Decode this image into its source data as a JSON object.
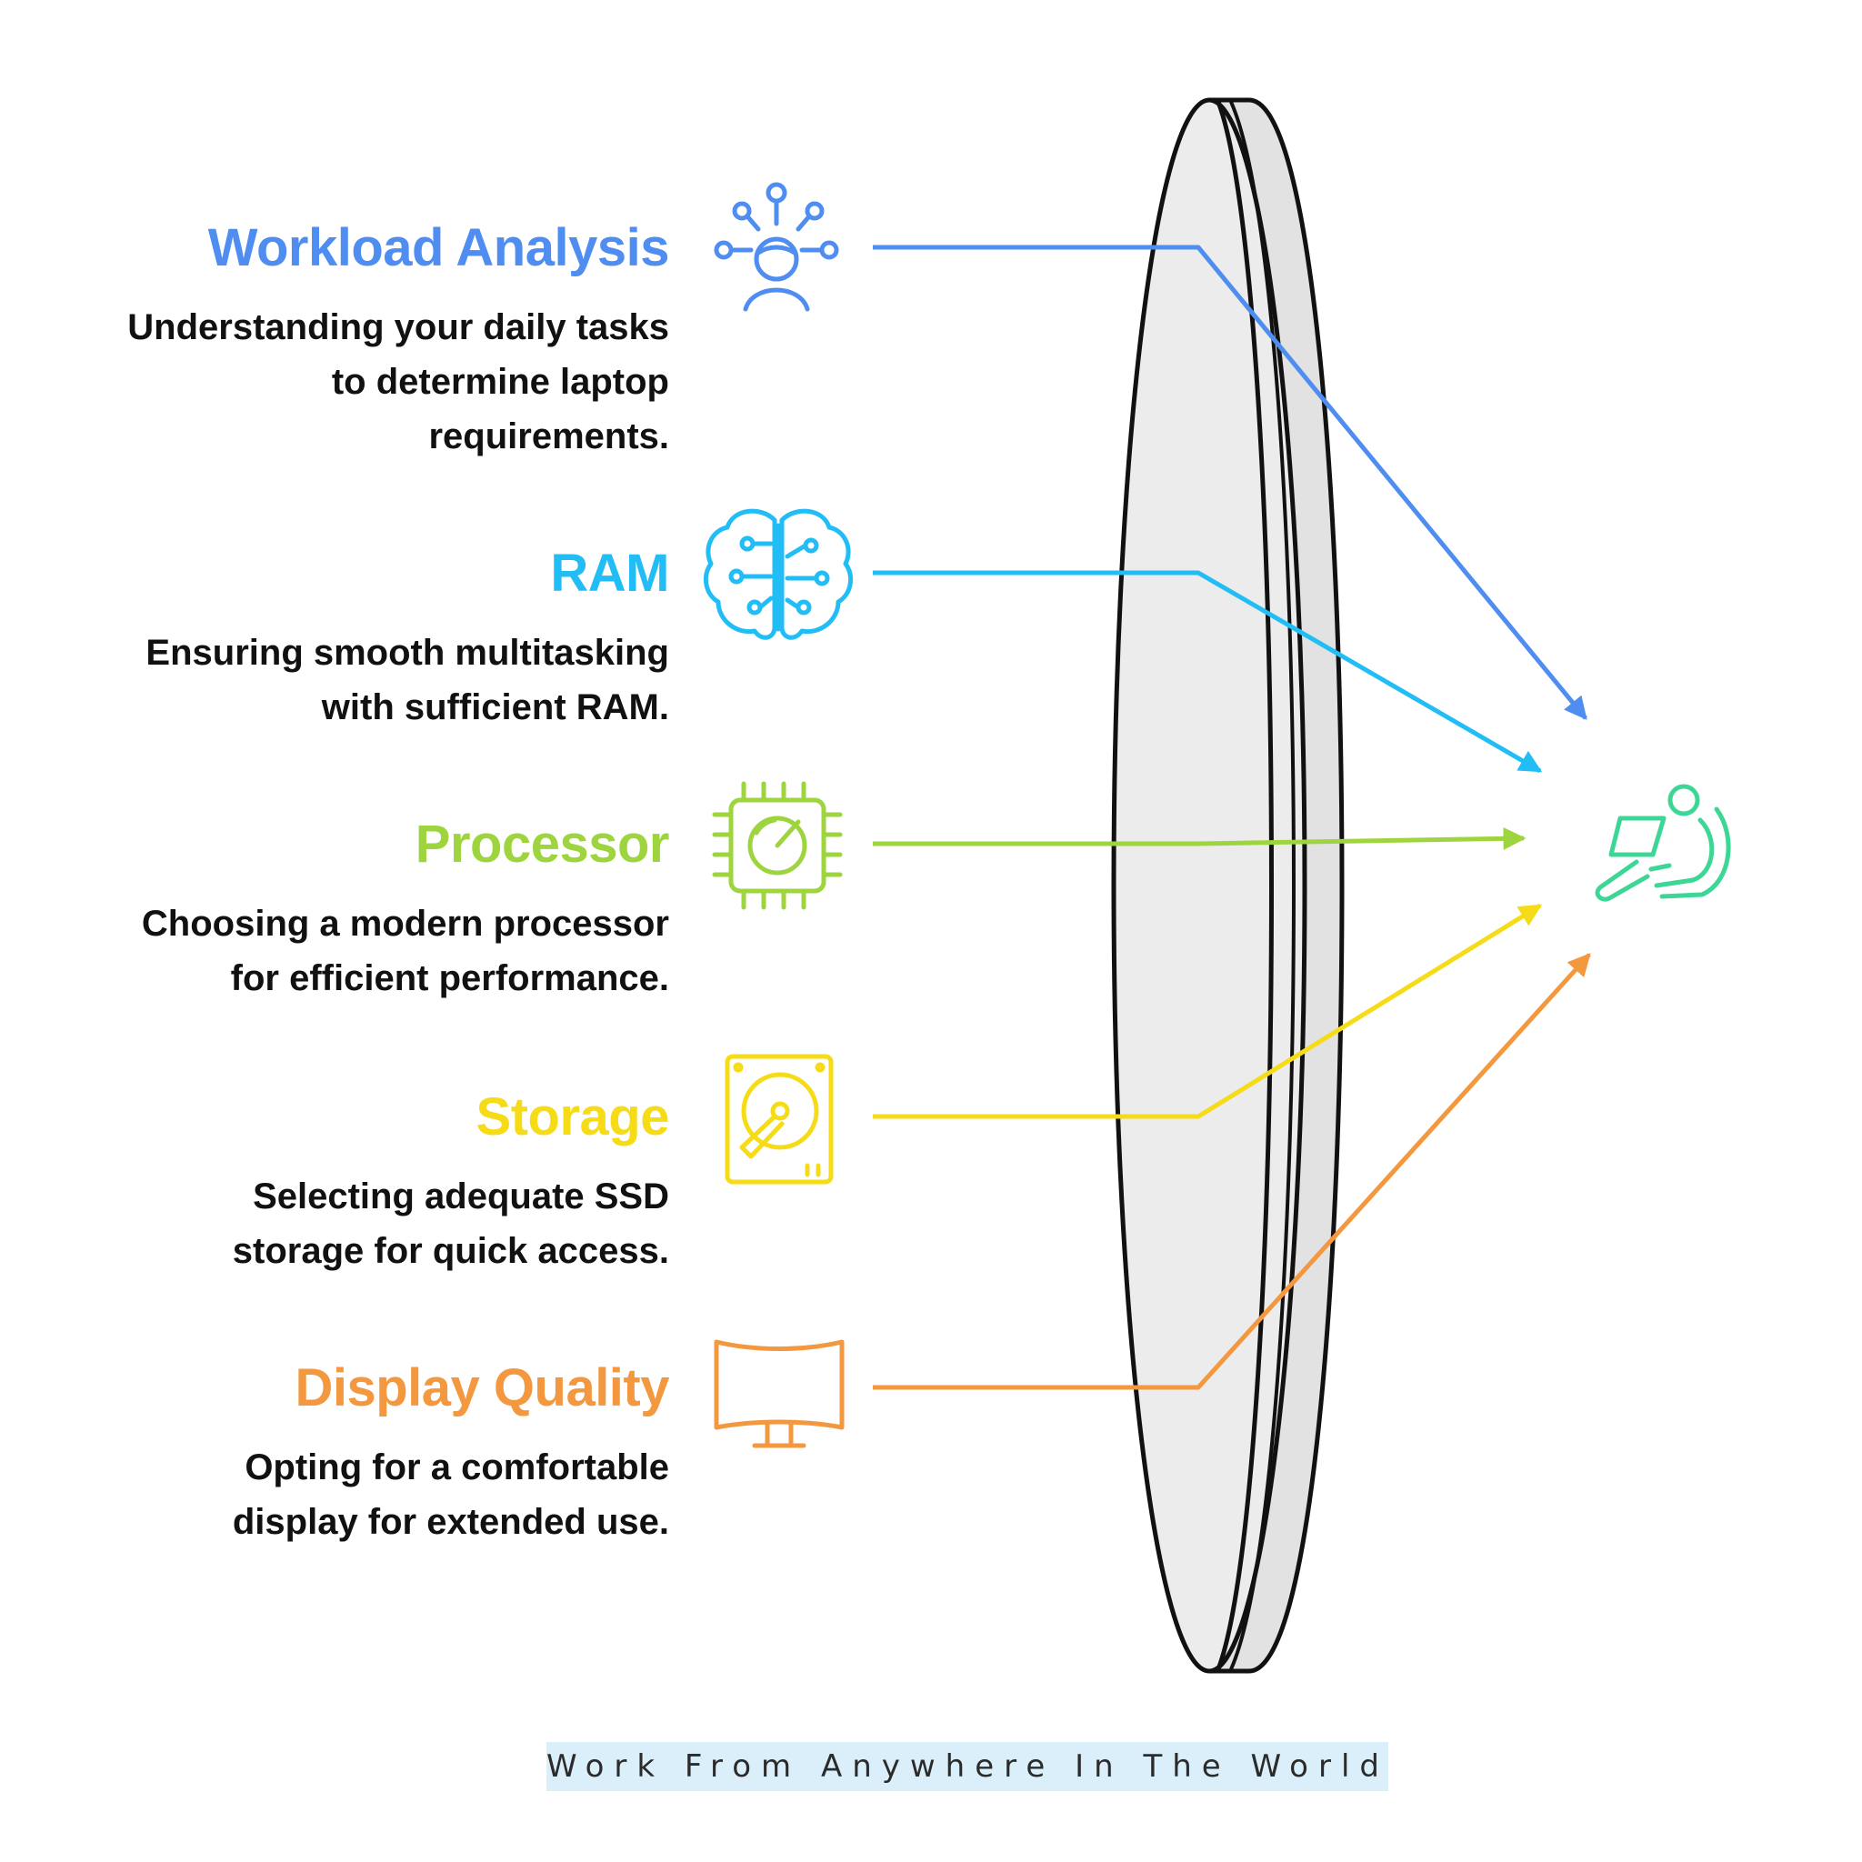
{
  "items": [
    {
      "title": "Workload Analysis",
      "description": "Understanding your daily tasks\nto determine laptop\nrequirements.",
      "color": "#4f8ef0",
      "icon": "person-network-icon"
    },
    {
      "title": "RAM",
      "description": "Ensuring smooth multitasking\nwith sufficient RAM.",
      "color": "#22bdf5",
      "icon": "brain-circuit-icon"
    },
    {
      "title": "Processor",
      "description": "Choosing a modern processor\nfor efficient performance.",
      "color": "#9ed53f",
      "icon": "cpu-gauge-icon"
    },
    {
      "title": "Storage",
      "description": "Selecting adequate SSD\nstorage for quick access.",
      "color": "#f5dc16",
      "icon": "hard-drive-icon"
    },
    {
      "title": "Display Quality",
      "description": "Opting for a comfortable\ndisplay for extended use.",
      "color": "#f3983f",
      "icon": "curved-monitor-icon"
    }
  ],
  "target": {
    "icon": "person-laptop-icon",
    "color": "#3dd696"
  },
  "lens": {
    "fill": "#ececec",
    "stroke": "#111111"
  },
  "footer": {
    "text": "Work From Anywhere In The World",
    "background": "#dbeffa"
  }
}
